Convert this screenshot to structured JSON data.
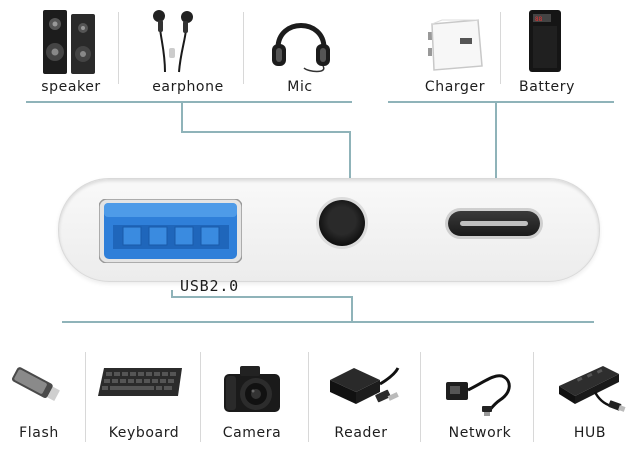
{
  "top_devices": {
    "speaker": "speaker",
    "earphone": "earphone",
    "mic": "Mic",
    "charger": "Charger",
    "battery": "Battery"
  },
  "adapter": {
    "usb_label": "USB2.0"
  },
  "bottom_devices": {
    "flash": "Flash",
    "keyboard": "Keyboard",
    "camera": "Camera",
    "reader": "Reader",
    "network": "Network",
    "hub": "HUB"
  },
  "colors": {
    "connector_line": "#8fb3b9",
    "usb_port_blue": "#2f7fd9",
    "adapter_body": "#f4f4f4"
  },
  "icons": [
    "speaker-icon",
    "earphone-icon",
    "headphones-icon",
    "charger-icon",
    "battery-icon",
    "flash-drive-icon",
    "keyboard-icon",
    "camera-icon",
    "card-reader-icon",
    "network-adapter-icon",
    "usb-hub-icon"
  ]
}
